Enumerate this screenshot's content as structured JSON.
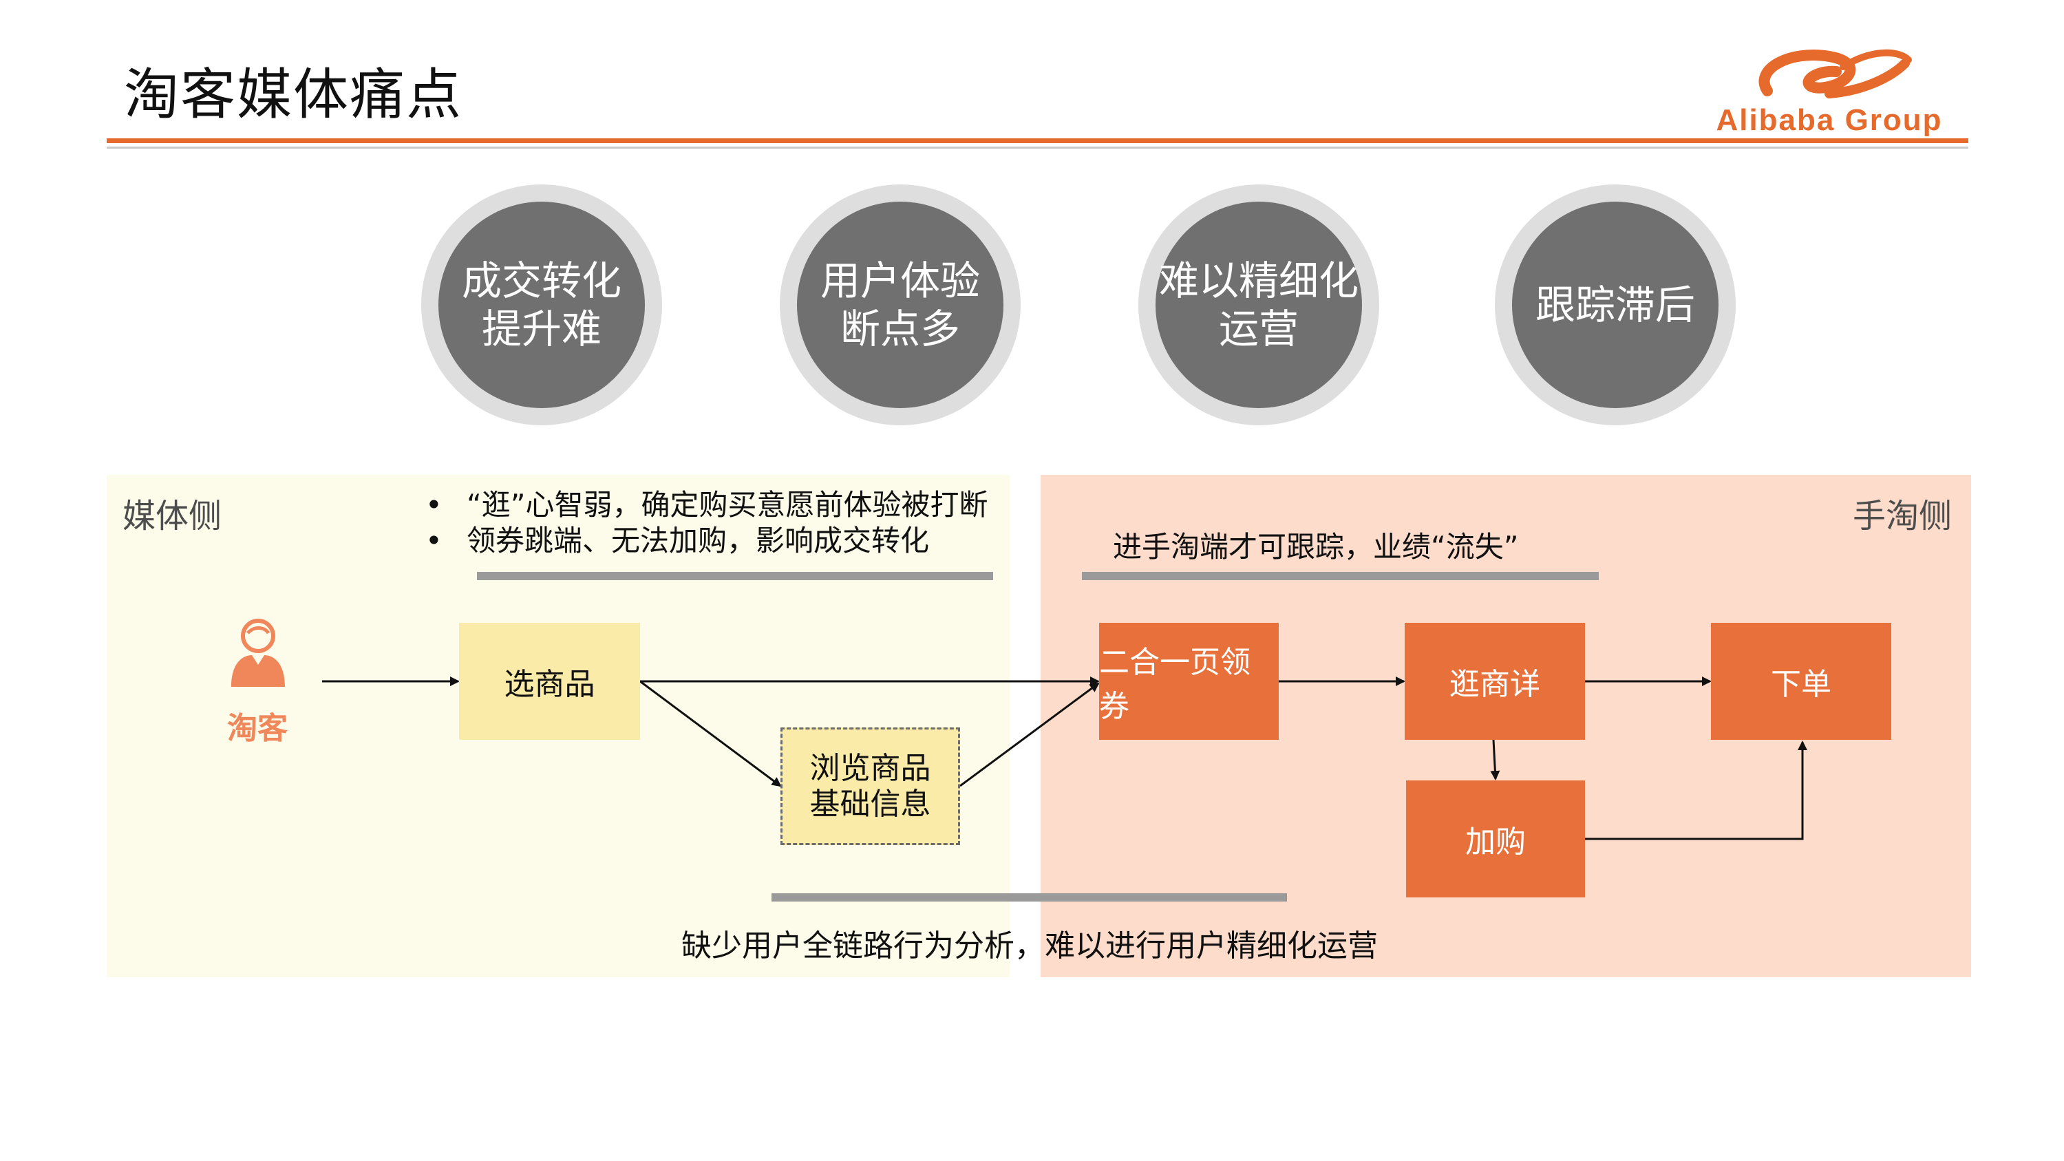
{
  "title": "淘客媒体痛点",
  "logo": {
    "text": "Alibaba Group",
    "accent": "#e56a2c"
  },
  "pain_points": [
    {
      "label": "成交转化\n提升难"
    },
    {
      "label": "用户体验\n断点多"
    },
    {
      "label": "难以精细化\n运营"
    },
    {
      "label": "跟踪滞后"
    }
  ],
  "zones": {
    "left_label": "媒体侧",
    "right_label": "手淘侧"
  },
  "media_bullets": [
    "“逛”心智弱，确定购买意愿前体验被打断",
    "领券跳端、无法加购，影响成交转化"
  ],
  "bullet_glyph": "•",
  "taobao_note": "进手淘端才可跟踪，业绩“流失”",
  "actor": {
    "label": "淘客",
    "icon": "user-icon",
    "color": "#f0875a"
  },
  "flow": {
    "select_goods": "选商品",
    "browse_info": "浏览商品\n基础信息",
    "coupon": "二合一页领券",
    "detail": "逛商详",
    "order": "下单",
    "add_cart": "加购"
  },
  "bottom_note": "缺少用户全链路行为分析，难以进行用户精细化运营",
  "colors": {
    "orange_box": "#e8703a",
    "yellow_box": "#faeba8",
    "circle": "#707070",
    "left_zone": "#fdfbe9",
    "right_zone": "#fddccb"
  }
}
